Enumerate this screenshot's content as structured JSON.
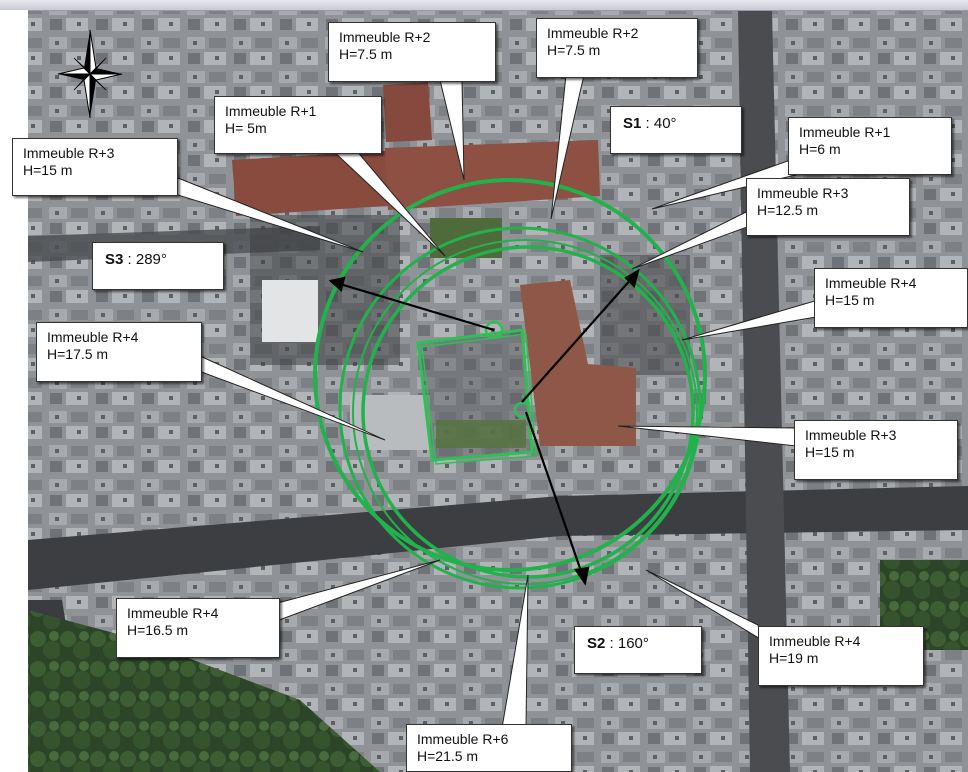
{
  "map": {
    "colors": {
      "ring": "#22b24c",
      "site": "#2ebf55",
      "arrow": "#000000",
      "roof_red": "#8c4a3c",
      "roof_grey": "#9a9ea3",
      "street": "#3b3d40",
      "vegetation": "#2f4a2a"
    },
    "north_icon": "compass-rose-icon",
    "buildings": [
      {
        "id": "r2-a",
        "name": "Immeuble R+2",
        "height": "H=7.5 m"
      },
      {
        "id": "r2-b",
        "name": "Immeuble R+2",
        "height": "H=7.5 m"
      },
      {
        "id": "r1-a",
        "name": "Immeuble R+1",
        "height": "H= 5m"
      },
      {
        "id": "r3-a",
        "name": "Immeuble R+3",
        "height": "H=15 m"
      },
      {
        "id": "r1-b",
        "name": "Immeuble R+1",
        "height": "H=6 m"
      },
      {
        "id": "r3-b",
        "name": "Immeuble R+3",
        "height": "H=12.5 m"
      },
      {
        "id": "r4-a",
        "name": "Immeuble R+4",
        "height": "H=15 m"
      },
      {
        "id": "r4-b",
        "name": "Immeuble R+4",
        "height": "H=17.5 m"
      },
      {
        "id": "r3-c",
        "name": "Immeuble R+3",
        "height": "H=15 m"
      },
      {
        "id": "r4-c",
        "name": "Immeuble R+4",
        "height": "H=16.5 m"
      },
      {
        "id": "r4-d",
        "name": "Immeuble R+4",
        "height": "H=19 m"
      },
      {
        "id": "r6-a",
        "name": "Immeuble R+6",
        "height": "H=21.5 m"
      }
    ],
    "sectors": [
      {
        "id": "s1",
        "code": "S1",
        "azimuth": ": 40°"
      },
      {
        "id": "s2",
        "code": "S2",
        "azimuth": ": 160°"
      },
      {
        "id": "s3",
        "code": "S3",
        "azimuth": ": 289°"
      }
    ]
  }
}
